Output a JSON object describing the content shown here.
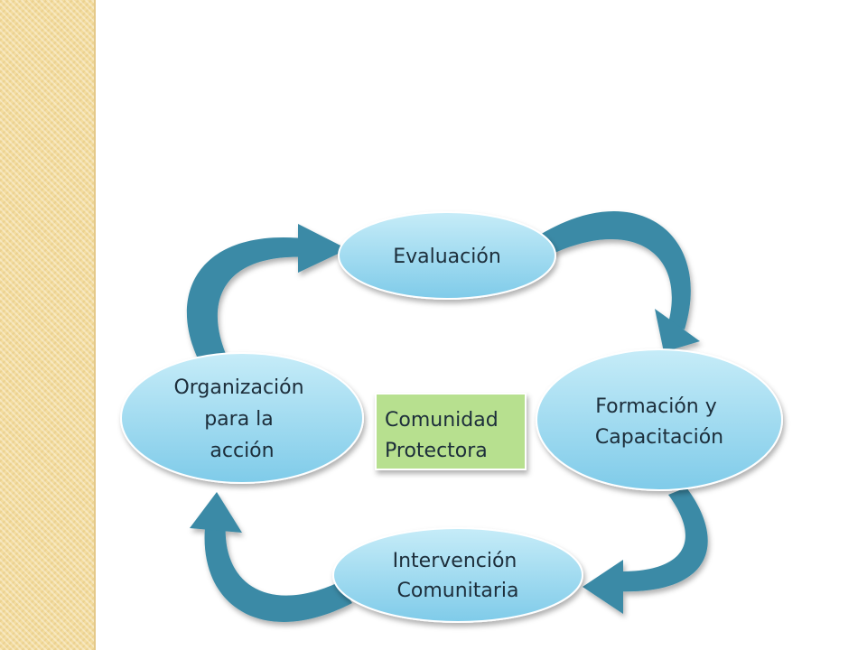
{
  "colors": {
    "arrow": "#3a8aa6",
    "arrow_dark": "#2c6f88",
    "ellipse_top": "#c6ecf8",
    "ellipse_bottom": "#7fcbe9",
    "ellipse_stroke": "#ffffff",
    "center_fill": "#b7e08f",
    "side_band": "#f3dc9e"
  },
  "nodes": {
    "evaluacion": {
      "lines": [
        "Evaluación"
      ]
    },
    "formacion": {
      "lines": [
        "Formación y",
        "Capacitación"
      ]
    },
    "intervencion": {
      "lines": [
        "Intervención",
        "Comunitaria"
      ]
    },
    "organizacion": {
      "lines": [
        "Organización",
        "para la",
        "acción"
      ]
    }
  },
  "center": {
    "lines": [
      "Comunidad",
      "Protectora"
    ]
  }
}
